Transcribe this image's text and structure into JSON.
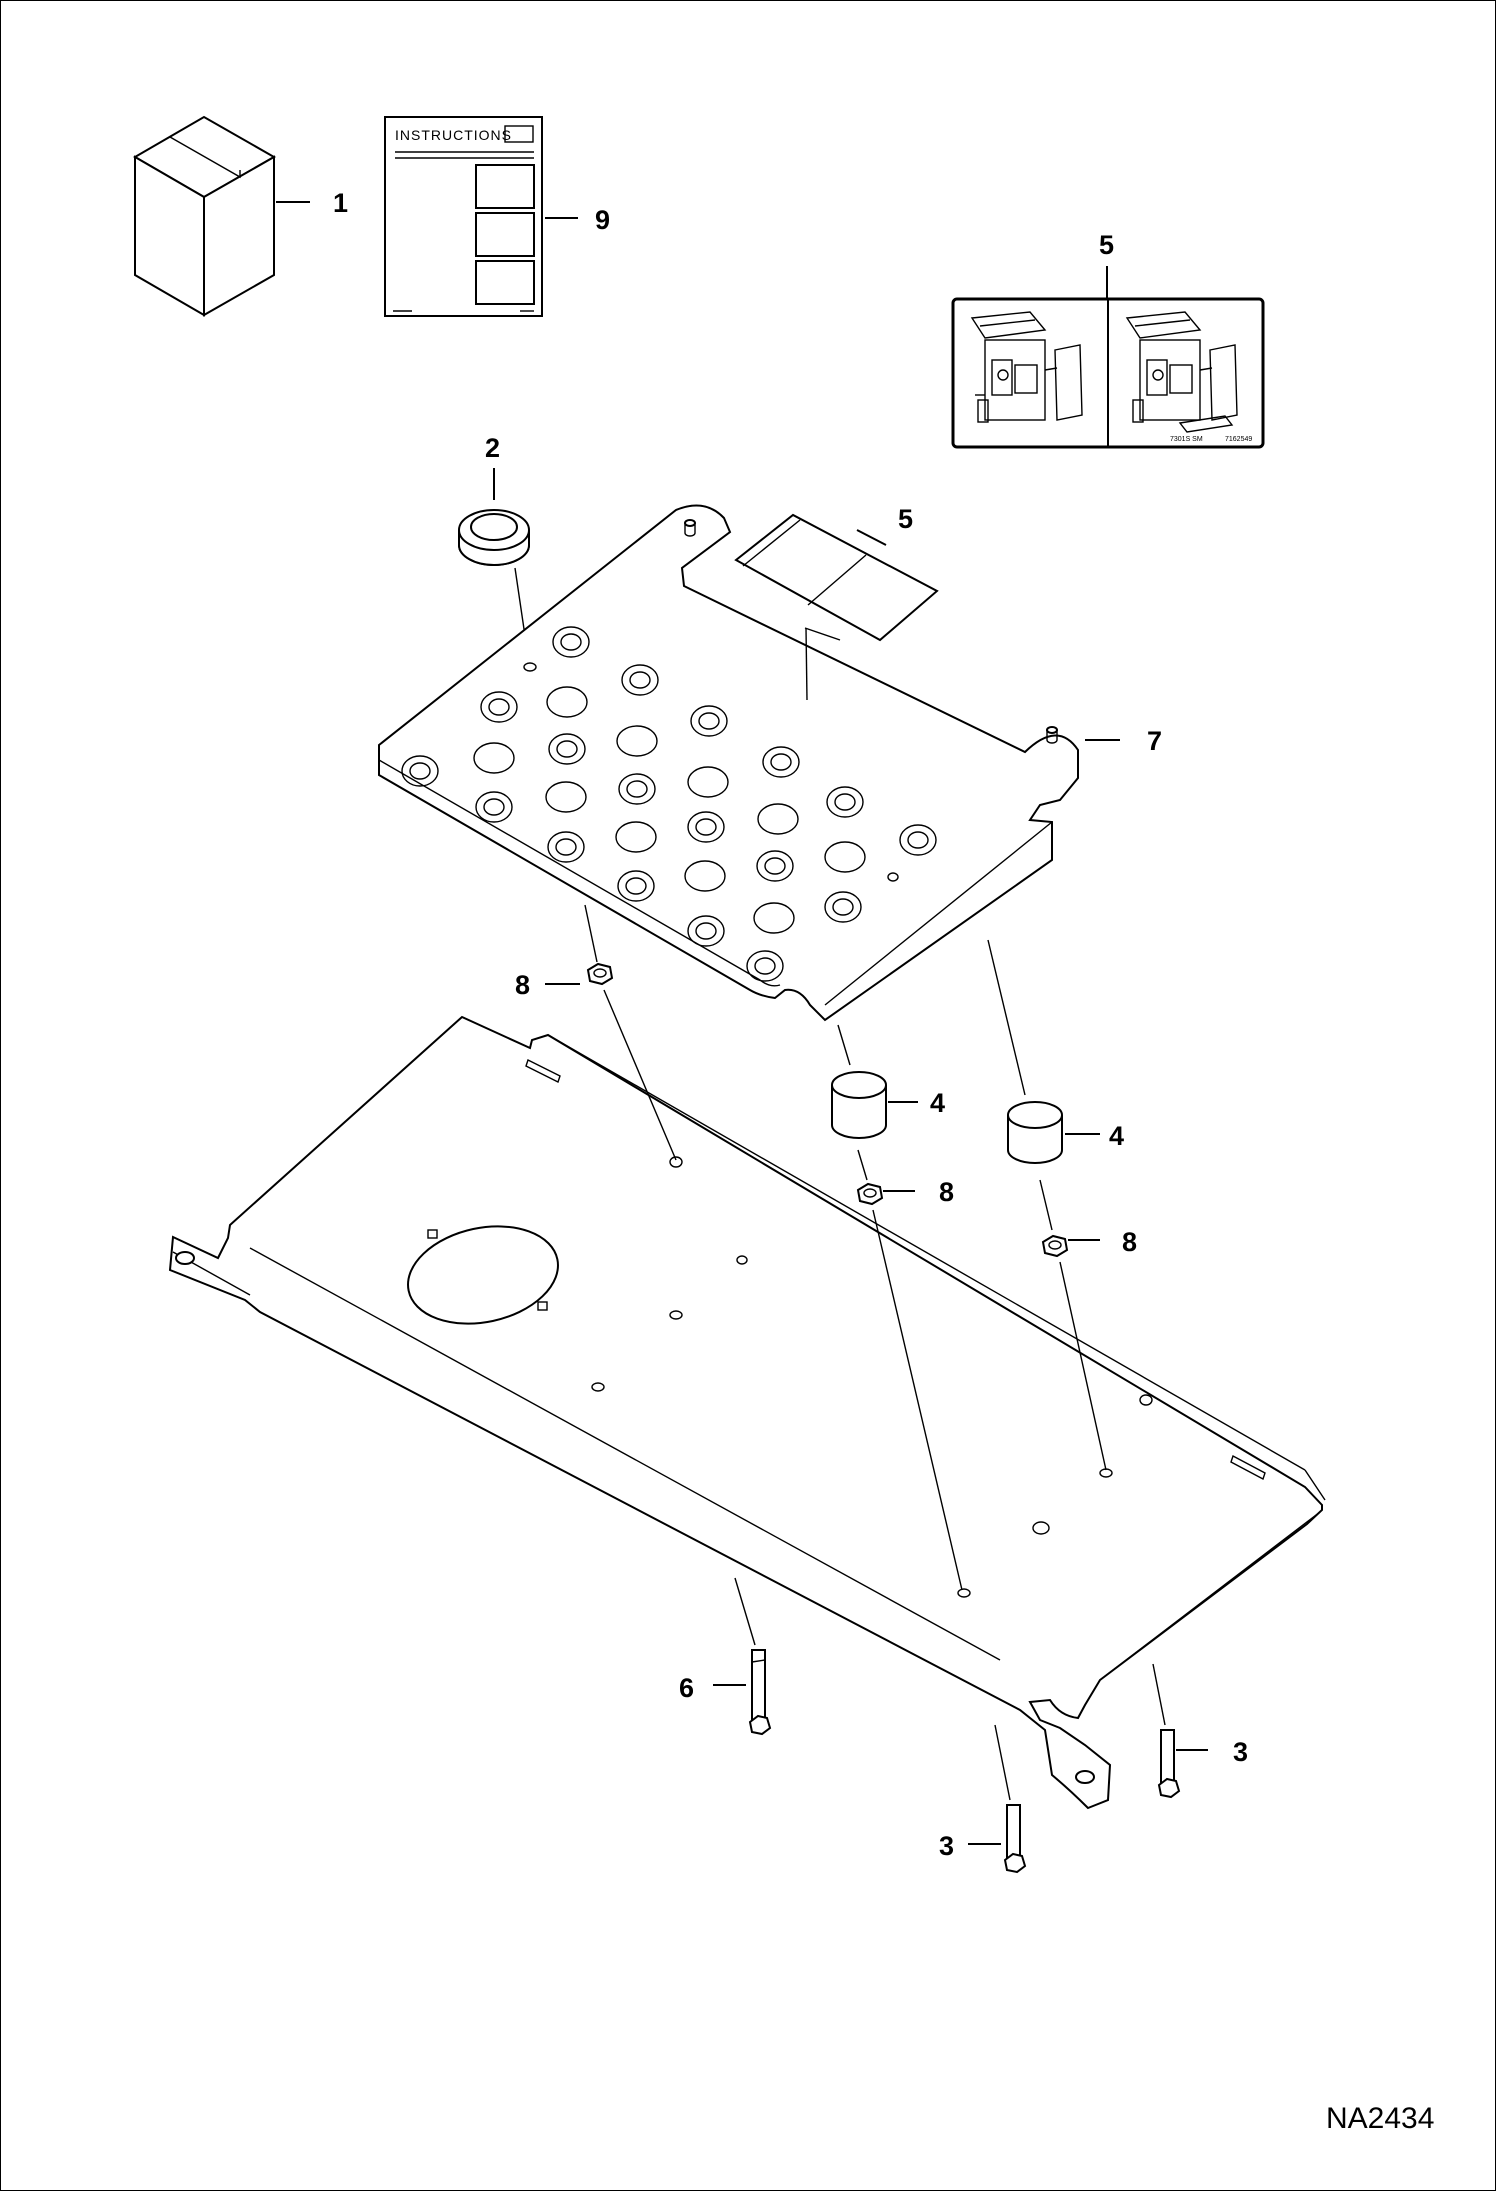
{
  "diagram": {
    "drawing_id": "NA2434",
    "instructions_heading": "INSTRUCTIONS",
    "decal_codes": [
      "7301S SM",
      "7162549"
    ],
    "callouts": [
      {
        "id": "c1",
        "label": "1"
      },
      {
        "id": "c9",
        "label": "9"
      },
      {
        "id": "c5-decal-detail",
        "label": "5"
      },
      {
        "id": "c2",
        "label": "2"
      },
      {
        "id": "c5-decal",
        "label": "5"
      },
      {
        "id": "c7",
        "label": "7"
      },
      {
        "id": "c8-left",
        "label": "8"
      },
      {
        "id": "c4-center",
        "label": "4"
      },
      {
        "id": "c4-right",
        "label": "4"
      },
      {
        "id": "c8-center",
        "label": "8"
      },
      {
        "id": "c8-right",
        "label": "8"
      },
      {
        "id": "c6",
        "label": "6"
      },
      {
        "id": "c3-right",
        "label": "3"
      },
      {
        "id": "c3-bottom",
        "label": "3"
      }
    ]
  }
}
